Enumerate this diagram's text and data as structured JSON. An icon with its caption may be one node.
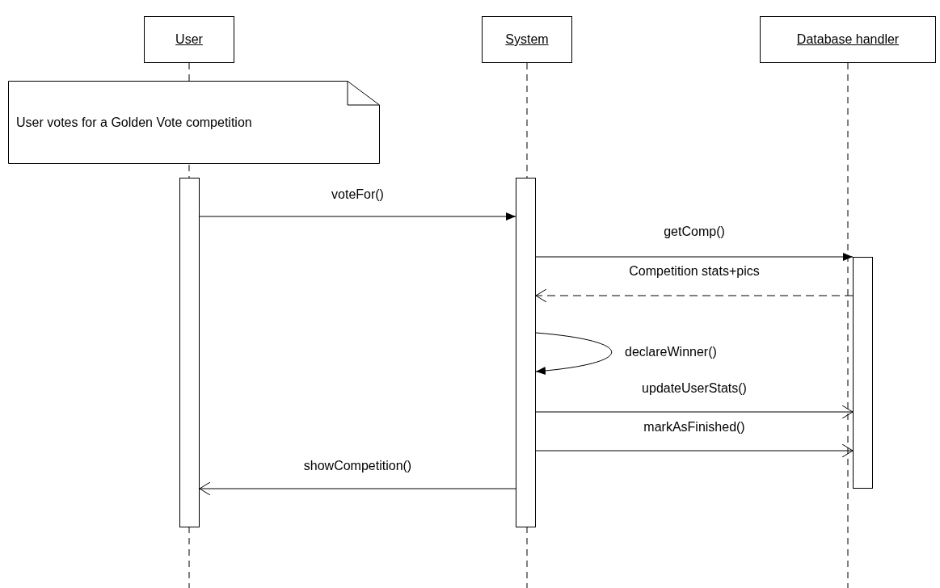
{
  "diagram": {
    "nodes": [
      {
        "text": [
          "User"
        ]
      },
      {
        "text": [
          "System"
        ]
      },
      {
        "text": [
          "Database handler"
        ]
      },
      {
        "text": [
          "User votes for a Golden Vote competition"
        ]
      },
      {
        "text": [],
        "shape": "bar"
      },
      {
        "text": [],
        "shape": "bar"
      },
      {
        "text": [],
        "shape": "bar"
      }
    ],
    "edges": [
      {
        "from": 4,
        "to": 5,
        "arrow": "to",
        "label": "voteFor()"
      },
      {
        "from": 5,
        "to": 6,
        "arrow": "to",
        "label": "getComp()"
      },
      {
        "from": 6,
        "to": 5,
        "arrow": "to",
        "label": "Competition stats+pics",
        "style": "dashed"
      },
      {
        "from": 5,
        "to": 5,
        "arrow": "to",
        "label": "declareWinner()"
      },
      {
        "from": 5,
        "to": 6,
        "arrow": "to",
        "label": "updateUserStats()"
      },
      {
        "from": 5,
        "to": 6,
        "arrow": "to",
        "label": "markAsFinished()"
      },
      {
        "from": 5,
        "to": 4,
        "arrow": "to",
        "label": "showCompetition()"
      }
    ]
  }
}
